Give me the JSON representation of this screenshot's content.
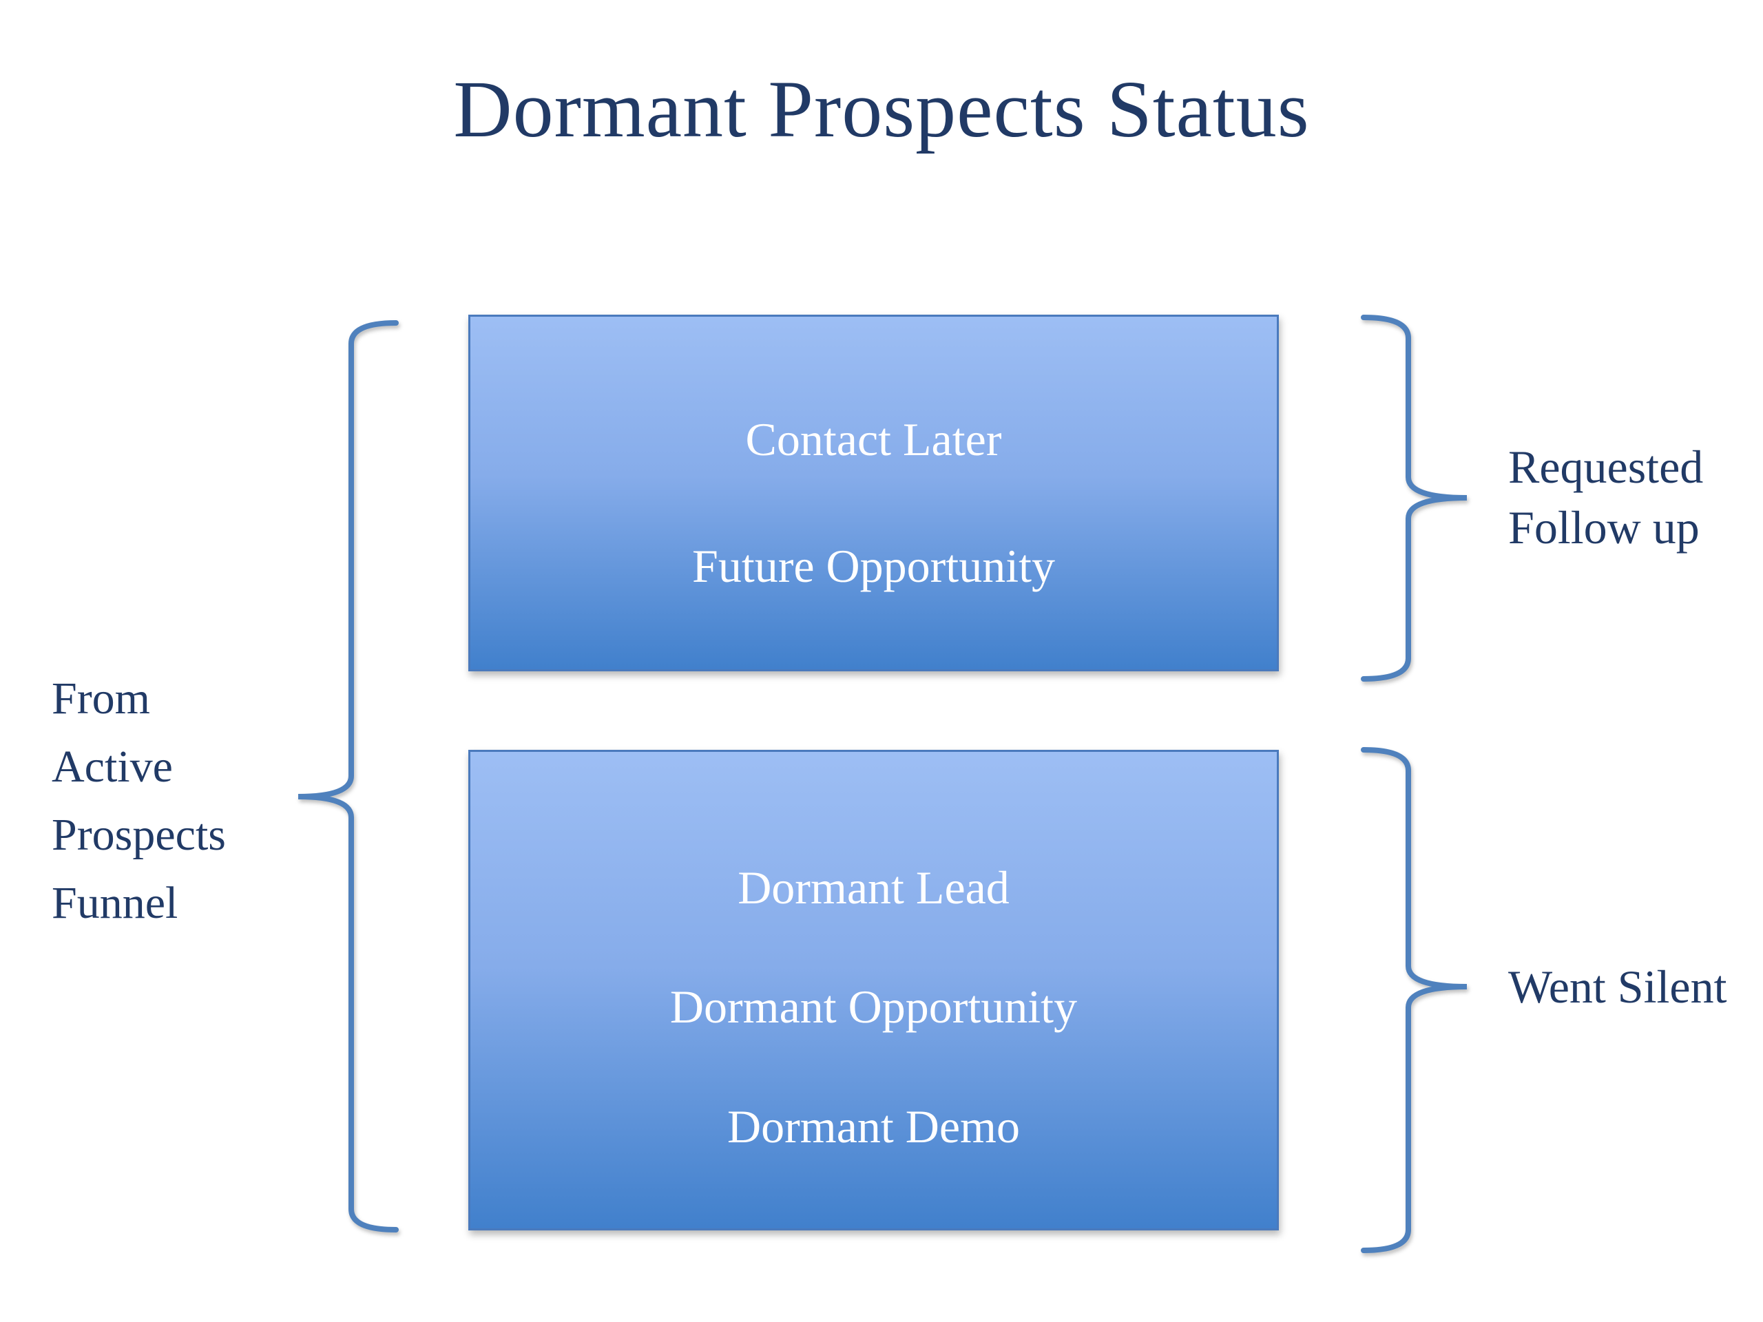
{
  "title": "Dormant Prospects Status",
  "source_label": {
    "lines": [
      "From",
      "Active",
      "Prospects",
      "Funnel"
    ]
  },
  "groups": [
    {
      "box_items": [
        "Contact Later",
        "Future Opportunity"
      ],
      "label_lines": [
        "Requested",
        "Follow up"
      ]
    },
    {
      "box_items": [
        "Dormant Lead",
        "Dormant Opportunity",
        "Dormant Demo"
      ],
      "label_lines": [
        "Went Silent"
      ]
    }
  ],
  "colors": {
    "title_text": "#213A66",
    "label_text": "#213A66",
    "box_text": "#FFFFFF",
    "box_border": "#4A7ABD",
    "box_gradient_top": "#9DBEF4",
    "box_gradient_mid": "#86ACEA",
    "box_gradient_bottom": "#4180CC",
    "brace": "#4F81BD"
  }
}
